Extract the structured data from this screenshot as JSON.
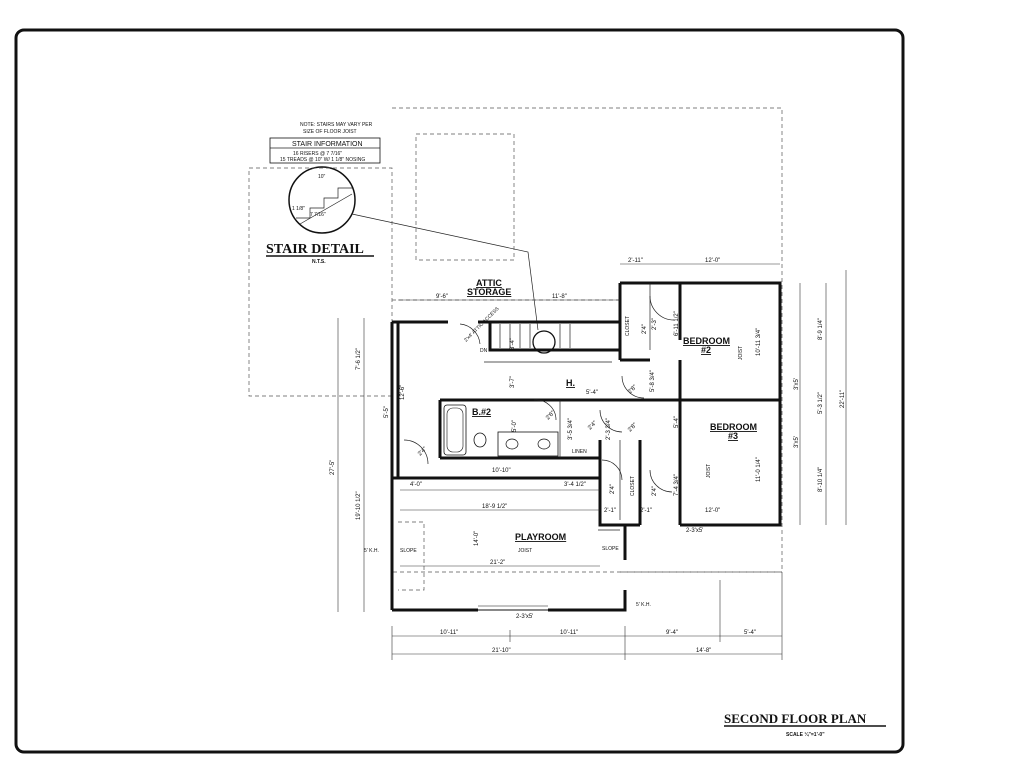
{
  "sheet": {
    "title": "SECOND FLOOR PLAN",
    "scale": "SCALE ¼\"=1'-0\""
  },
  "stair_detail": {
    "title": "STAIR DETAIL",
    "subtitle": "N.T.S.",
    "note_line1": "NOTE: STAIRS MAY VARY PER",
    "note_line2": "SIZE OF FLOOR JOIST",
    "info_title": "STAIR INFORMATION",
    "risers": "16 RISERS @ 7 7/16\"",
    "treads": "15 TREADS @ 10\" W/ 1 1/8\" NOSING",
    "tread_dim": "10\"",
    "nosing_dim": "1 1/8\"",
    "riser_dim": "7 7/16\""
  },
  "rooms": {
    "attic_line1": "ATTIC",
    "attic_line2": "STORAGE",
    "bedroom2_line1": "BEDROOM",
    "bedroom2_line2": "#2",
    "bedroom3_line1": "BEDROOM",
    "bedroom3_line2": "#3",
    "bath2": "B.#2",
    "hall": "H.",
    "playroom": "PLAYROOM",
    "linen": "LINEN",
    "closet": "CLOSET",
    "dn": "DN",
    "joist": "JOIST",
    "slope": "SLOPE",
    "kh": "5' K.H.",
    "attic_access": "2'x4' ATTIC ACCESS"
  },
  "dimensions": {
    "attic_left": "9'-6\"",
    "attic_right": "11'-8\"",
    "top_closet": "2'-11\"",
    "top_bed": "12'-0\"",
    "left_upper": "7'-6 1/2\"",
    "left_lower": "19'-10 1/2\"",
    "left_total": "27'-5\"",
    "right_1": "8'-9 1/4\"",
    "right_2": "5'-3 1/2\"",
    "right_3": "8'-10 1/4\"",
    "right_total": "22'-11\"",
    "bed2_h1": "6'-11 1/2\"",
    "bed2_h2": "10'-11 3/4\"",
    "bed2_h3": "5'-8 3/4\"",
    "bed3_h1": "5'-4\"",
    "bed3_h2": "11'-0 1/4\"",
    "bed3_h3": "7'-4 3/4\"",
    "bed3_w": "12'-0\"",
    "hall_w": "5'-4\"",
    "hall_v": "3'-7\"",
    "stair_v": "3'-4\"",
    "bath_w": "10'-10\"",
    "bath_v": "5'-0\"",
    "bath_v2": "3'-5 3/4\"",
    "linen_w": "2'-3 3/4\"",
    "left_room_w": "4'-0\"",
    "left_room_v": "12'-6\"",
    "left_room_v2": "5'-5\"",
    "play_top": "18'-9 1/2\"",
    "play_w": "21'-2\"",
    "play_v": "14'-0\"",
    "play_mid": "3'-4 1/2\"",
    "closet_w": "2'-1\"",
    "closet_w2": "2'-1\"",
    "bed_closet": "2'-3\"",
    "bottom_window": "2-3'x5'",
    "right_window": "2-3'x5'",
    "bot_1": "10'-11\"",
    "bot_2": "10'-11\"",
    "bot_3": "9'-4\"",
    "bot_4": "5'-4\"",
    "bot_total_left": "21'-10\"",
    "bot_total_right": "14'-8\"",
    "door_24": "2'4\"",
    "door_26": "2'6\"",
    "door_28": "2'8\"",
    "right_win_b2": "3'x5'",
    "right_win_b3": "3'x5'"
  }
}
